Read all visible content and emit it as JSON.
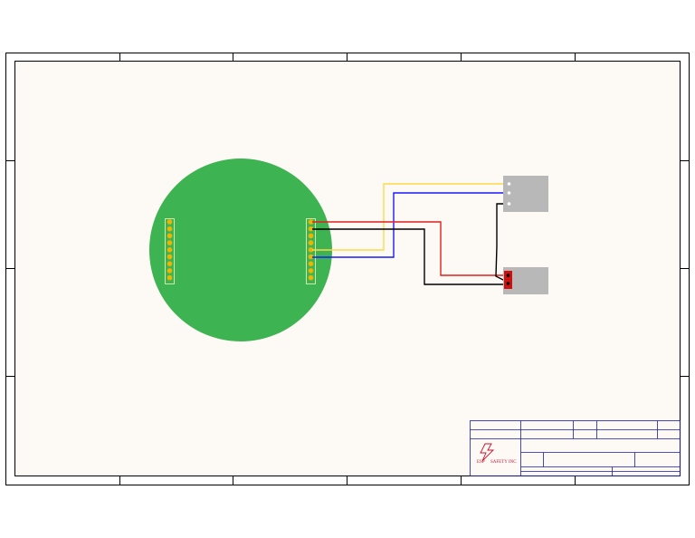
{
  "sheet": {
    "background": "#fdfaf5",
    "frame_color": "#000000"
  },
  "pcb": {
    "board_color": "#3db351",
    "pad_color": "#f0b400",
    "left_header_pins": 9,
    "right_header_pins": 9
  },
  "wires": [
    {
      "name": "yellow-wire",
      "color": "#ffd84a"
    },
    {
      "name": "blue-wire",
      "color": "#1a1aff"
    },
    {
      "name": "red-wire",
      "color": "#e02020"
    },
    {
      "name": "black-wire",
      "color": "#000000"
    }
  ],
  "connectors": {
    "top": {
      "color": "#b8b8b8",
      "pins": 3
    },
    "bottom": {
      "color": "#b8b8b8",
      "pins": 2,
      "accent": "#cc1111"
    }
  },
  "title_block": {
    "line_color": "#1a1aaa",
    "logo": {
      "text_left": "ESP",
      "text_right": "SAFETY INC"
    }
  }
}
